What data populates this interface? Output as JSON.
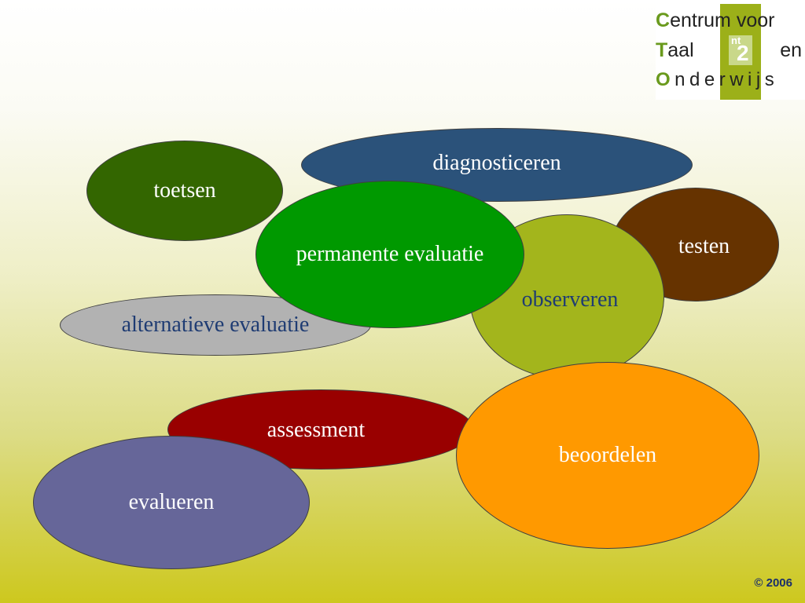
{
  "logo": {
    "line1": {
      "cap": "C",
      "rest": "entrum",
      "right": " voor"
    },
    "line2": {
      "cap": "T",
      "rest": "aal",
      "right": "en"
    },
    "line3": {
      "cap": "O",
      "rest": "nderwijs"
    },
    "badge": {
      "sup": "nt",
      "digit": "2"
    }
  },
  "terms": {
    "diagnosticeren": {
      "label": "diagnosticeren",
      "color": "#2b527a"
    },
    "toetsen": {
      "label": "toetsen",
      "color": "#336600"
    },
    "testen": {
      "label": "testen",
      "color": "#663300"
    },
    "observeren": {
      "label": "observeren",
      "color": "#a3b51c",
      "text_color": "#1f3c73"
    },
    "alternatieve_evaluatie": {
      "label": "alternatieve evaluatie",
      "color": "#b2b2b2",
      "text_color": "#1f3c73"
    },
    "permanente_evaluatie": {
      "label": "permanente evaluatie",
      "color": "#009900"
    },
    "assessment": {
      "label": "assessment",
      "color": "#990000"
    },
    "evalueren": {
      "label": "evalueren",
      "color": "#666699"
    },
    "beoordelen": {
      "label": "beoordelen",
      "color": "#ff9900"
    }
  },
  "footer": {
    "copyright": "© 2006"
  }
}
